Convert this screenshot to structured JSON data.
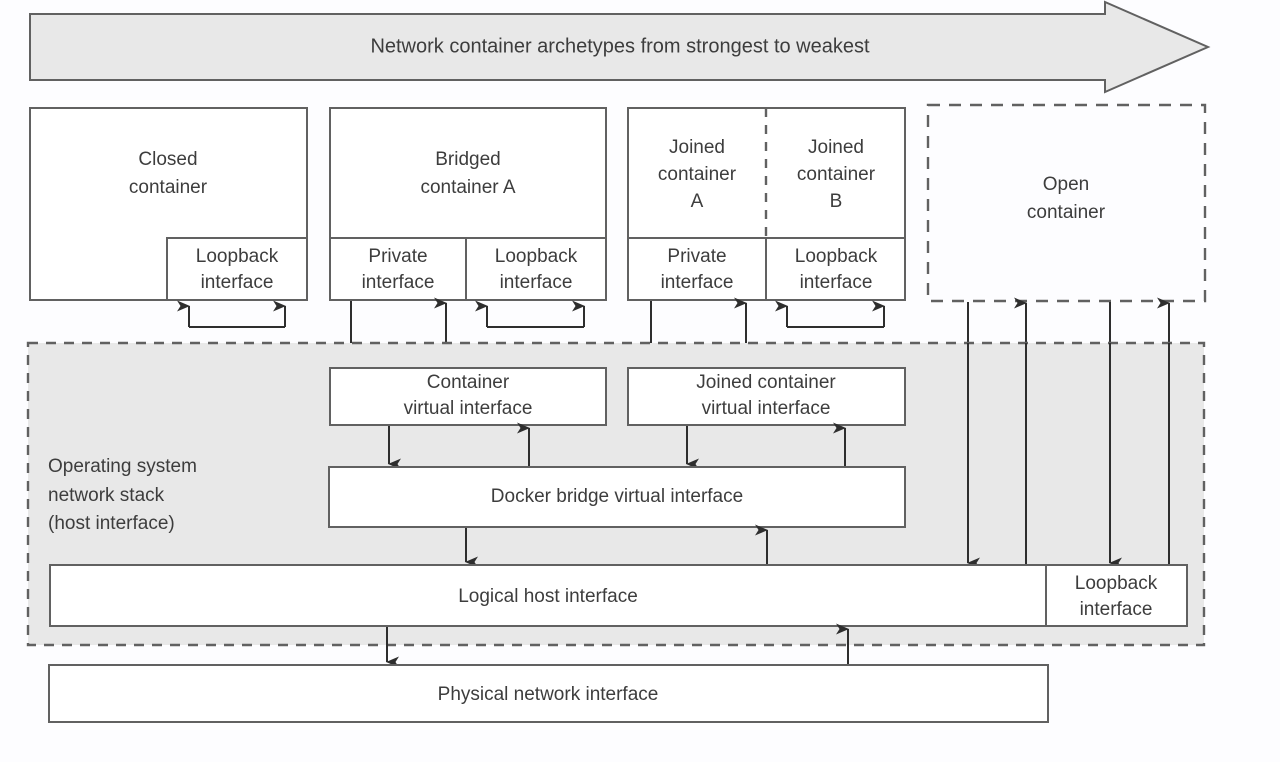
{
  "banner": {
    "title": "Network container archetypes from strongest to weakest",
    "fill_color": "#e8e8e8",
    "stroke_color": "#616161"
  },
  "colors": {
    "box_stroke": "#616161",
    "box_fill": "#ffffff",
    "shaded_fill": "#e8e8e8",
    "connector": "#2e2e2e",
    "text": "#3d3d3d"
  },
  "archetypes": [
    {
      "id": "closed",
      "title_line1": "Closed",
      "title_line2": "container",
      "border": "solid",
      "interfaces": [
        {
          "name": "loopback",
          "line1": "Loopback",
          "line2": "interface"
        }
      ]
    },
    {
      "id": "bridged",
      "title_line1": "Bridged",
      "title_line2": "container A",
      "border": "solid",
      "interfaces": [
        {
          "name": "private",
          "line1": "Private",
          "line2": "interface"
        },
        {
          "name": "loopback",
          "line1": "Loopback",
          "line2": "interface"
        }
      ]
    },
    {
      "id": "joined",
      "title_a_line1": "Joined",
      "title_a_line2": "container",
      "title_a_line3": "A",
      "title_b_line1": "Joined",
      "title_b_line2": "container",
      "title_b_line3": "B",
      "border": "solid",
      "inner_divider": "dashed",
      "interfaces": [
        {
          "name": "private",
          "line1": "Private",
          "line2": "interface"
        },
        {
          "name": "loopback",
          "line1": "Loopback",
          "line2": "interface"
        }
      ]
    },
    {
      "id": "open",
      "title_line1": "Open",
      "title_line2": "container",
      "border": "dashed",
      "interfaces": []
    }
  ],
  "os_stack": {
    "label_line1": "Operating system",
    "label_line2": "network stack",
    "label_line3": "(host interface)",
    "border": "dashed",
    "boxes": [
      {
        "id": "container-virtual-interface",
        "line1": "Container",
        "line2": "virtual interface"
      },
      {
        "id": "joined-container-virtual-interface",
        "line1": "Joined container",
        "line2": "virtual interface"
      },
      {
        "id": "docker-bridge-virtual-interface",
        "line1": "Docker bridge virtual interface",
        "line2": ""
      },
      {
        "id": "logical-host-interface",
        "line1": "Logical host interface",
        "line2": ""
      },
      {
        "id": "host-loopback-interface",
        "line1": "Loopback",
        "line2": "interface"
      }
    ]
  },
  "physical": {
    "label": "Physical network interface"
  }
}
